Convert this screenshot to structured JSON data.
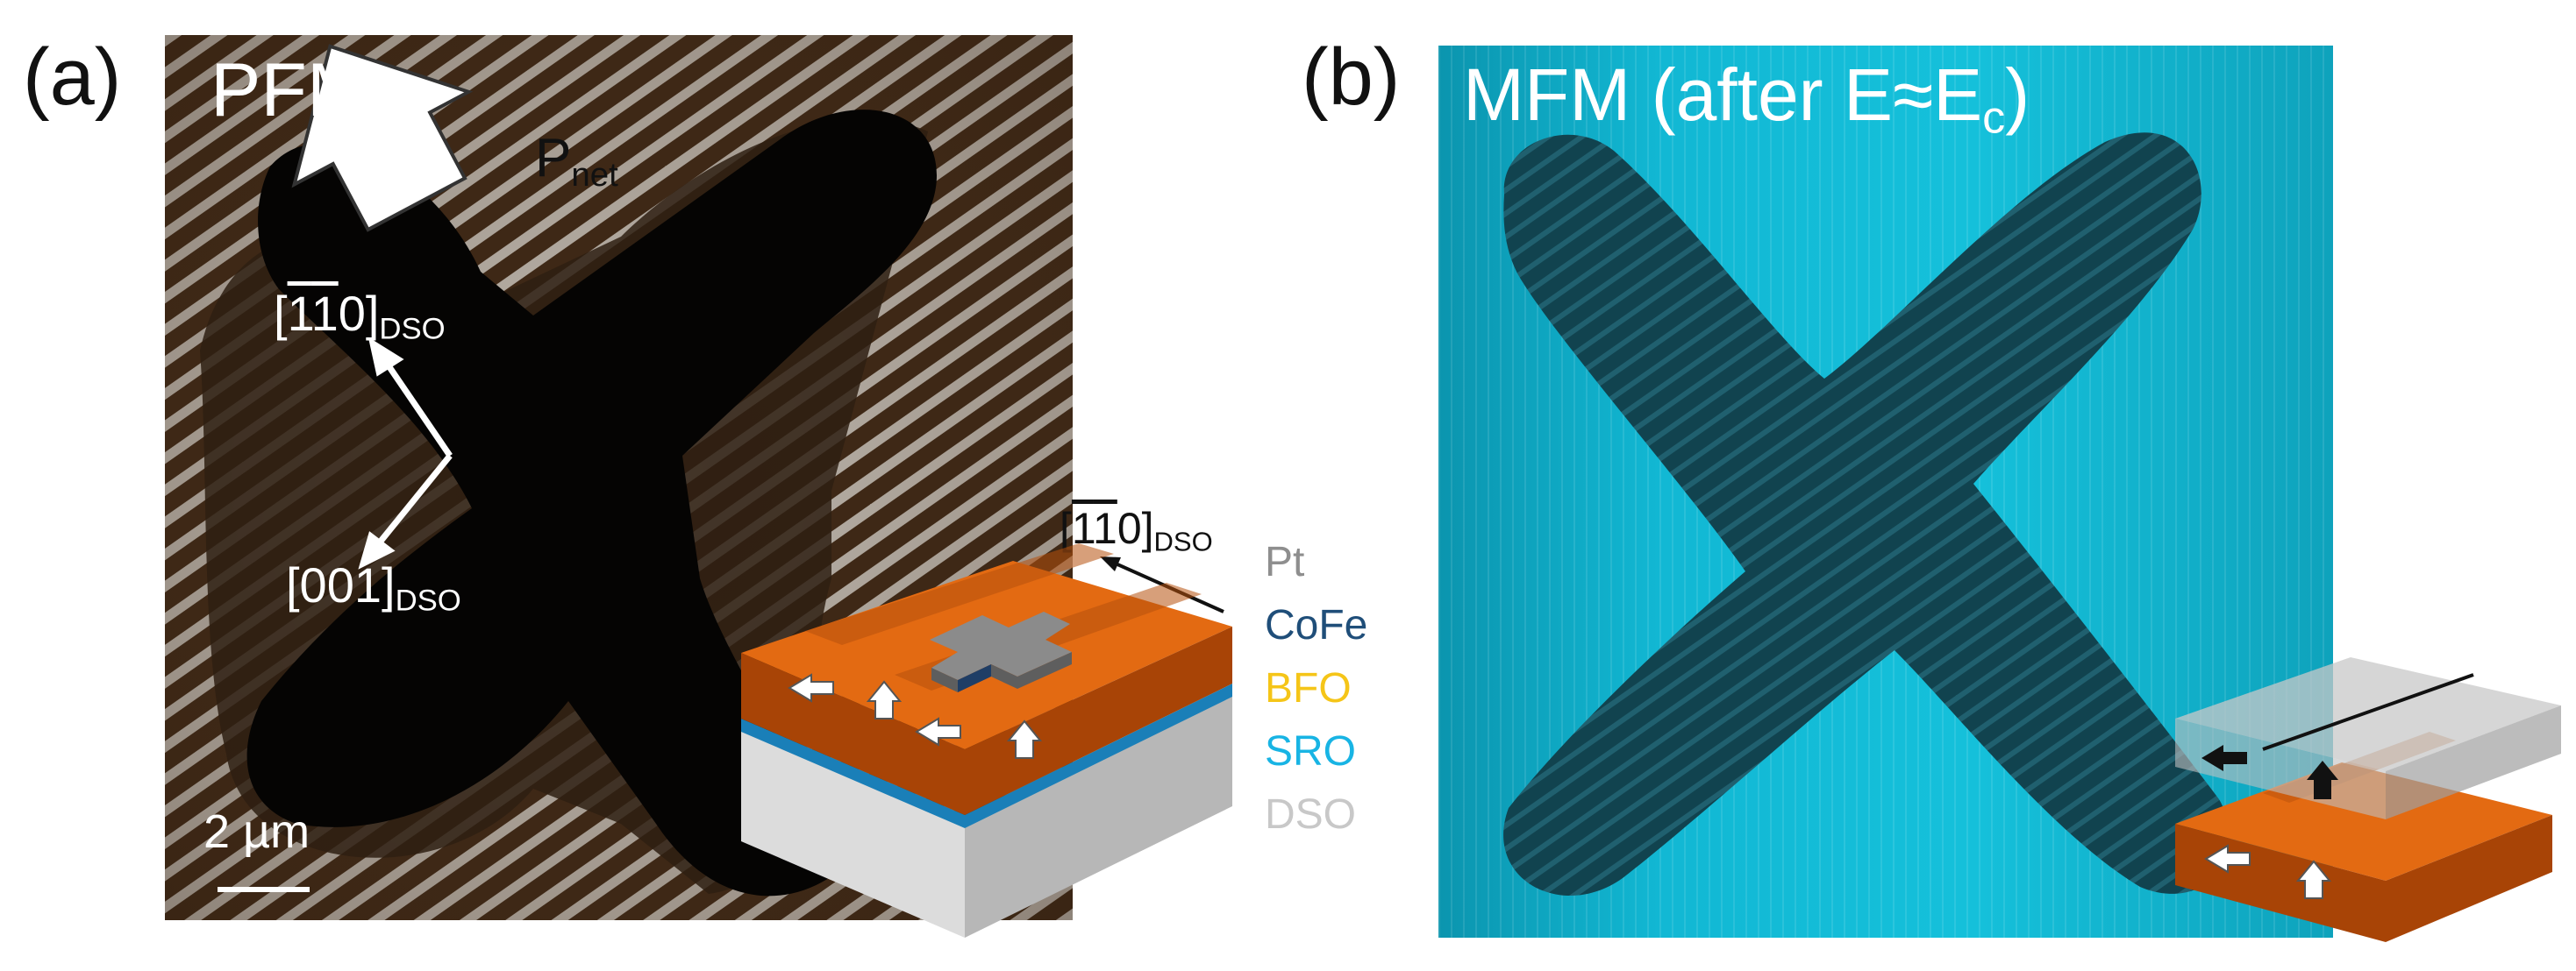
{
  "panel_a": {
    "label": "(a)",
    "title": "PFM",
    "arrow_label_main": "P",
    "arrow_label_sub": "net",
    "dir1_pre": "[",
    "dir1_bar1": "1",
    "dir1_bar2": "1",
    "dir1_post": "0]",
    "dir1_sub": "DSO",
    "dir2_main": "[001]",
    "dir2_sub": "DSO",
    "scalebar": "2 µm",
    "colors": {
      "background": "#3a2514",
      "domain_dark": "#050403",
      "stripe_light": "#d2d0cc",
      "inner_domain": "#2e1e12"
    }
  },
  "schematic_a": {
    "dir_pre": "[",
    "dir_bar1": "1",
    "dir_bar2": "1",
    "dir_post": "0]",
    "dir_sub": "DSO",
    "layers": [
      {
        "name": "Pt",
        "color": "#8e8e8e"
      },
      {
        "name": "CoFe",
        "color": "#1f4e79"
      },
      {
        "name": "BFO",
        "color": "#f5c518"
      },
      {
        "name": "SRO",
        "color": "#18b4e4"
      },
      {
        "name": "DSO",
        "color": "#c8c8c8"
      }
    ],
    "colors": {
      "bfo_light": "#e36a12",
      "bfo_dark": "#a84406",
      "sro": "#1a7fb8",
      "dso_top": "#dcdcdc",
      "dso_side": "#b7b7b7",
      "pt_top": "#8b8b8b",
      "pt_side": "#5e5e5e"
    }
  },
  "panel_b": {
    "label": "(b)",
    "title": "MFM (after E≈E",
    "title_sub": "c",
    "title_close": ")",
    "colors": {
      "background": "#10b6d2",
      "cross": "#11434f"
    }
  }
}
